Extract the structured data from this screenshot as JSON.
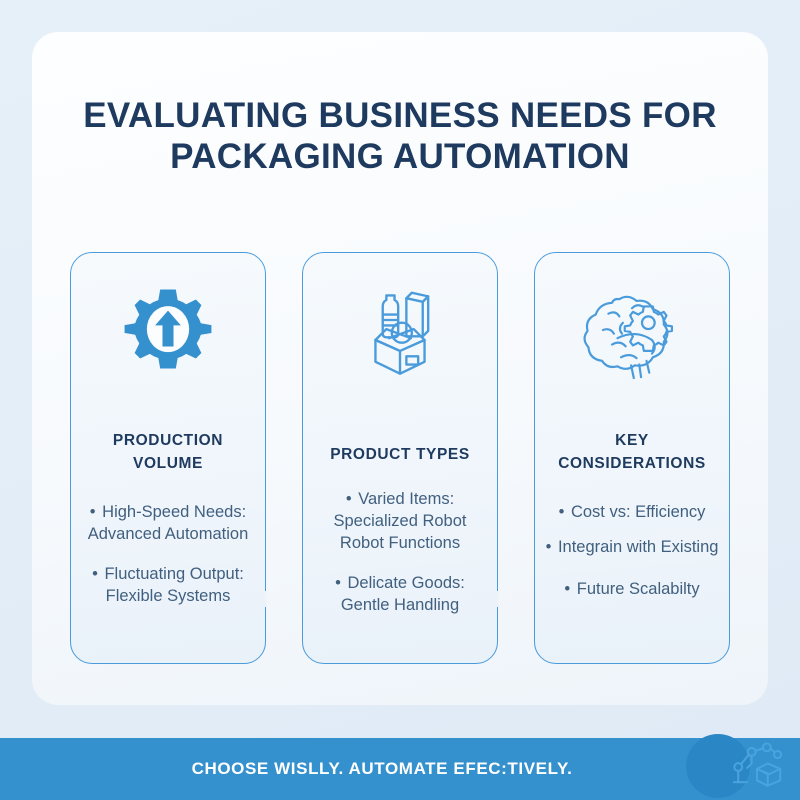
{
  "colors": {
    "page_background": "#e3eef8",
    "panel_background": "#fbfdff",
    "title_navy": "#1e3a5f",
    "accent_blue": "#3591ce",
    "card_border": "#4a9bdb",
    "body_text": "#41607f",
    "footer_background": "#3591ce",
    "footer_text": "#ffffff"
  },
  "title": {
    "line1": "EVALUATING BUSINESS NEEDS FOR",
    "line2": "PACKAGING AUTOMATION"
  },
  "cards": [
    {
      "icon": "gear-up-arrow-icon",
      "heading_line1": "PRODUCTION",
      "heading_line2": "VOLUME",
      "bullets": [
        {
          "line1": "High-Speed Needs:",
          "line2": "Advanced Automation"
        },
        {
          "line1": "Fluctuating Output:",
          "line2": "Flexible Systems"
        }
      ]
    },
    {
      "icon": "open-box-products-icon",
      "heading_line1": "PRODUCT TYPES",
      "heading_line2": "",
      "bullets": [
        {
          "line1": "Varied Items:",
          "line2": "Specialized Robot",
          "line3": "Robot Functions"
        },
        {
          "line1": "Delicate Goods:",
          "line2": "Gentle Handling"
        }
      ]
    },
    {
      "icon": "brain-gear-icon",
      "heading_line1": "KEY",
      "heading_line2": "CONSIDERATIONS",
      "bullets": [
        {
          "line1": "Cost vs: Efficiency"
        },
        {
          "line1": "Integrain with Existing"
        },
        {
          "line1": "Future Scalabilty"
        }
      ]
    }
  ],
  "footer": {
    "text": "CHOOSE WISLLY. AUTOMATE EFEC:TIVELY.",
    "logo": "robotic-arm-box-icon"
  },
  "bullet_marker": "•"
}
